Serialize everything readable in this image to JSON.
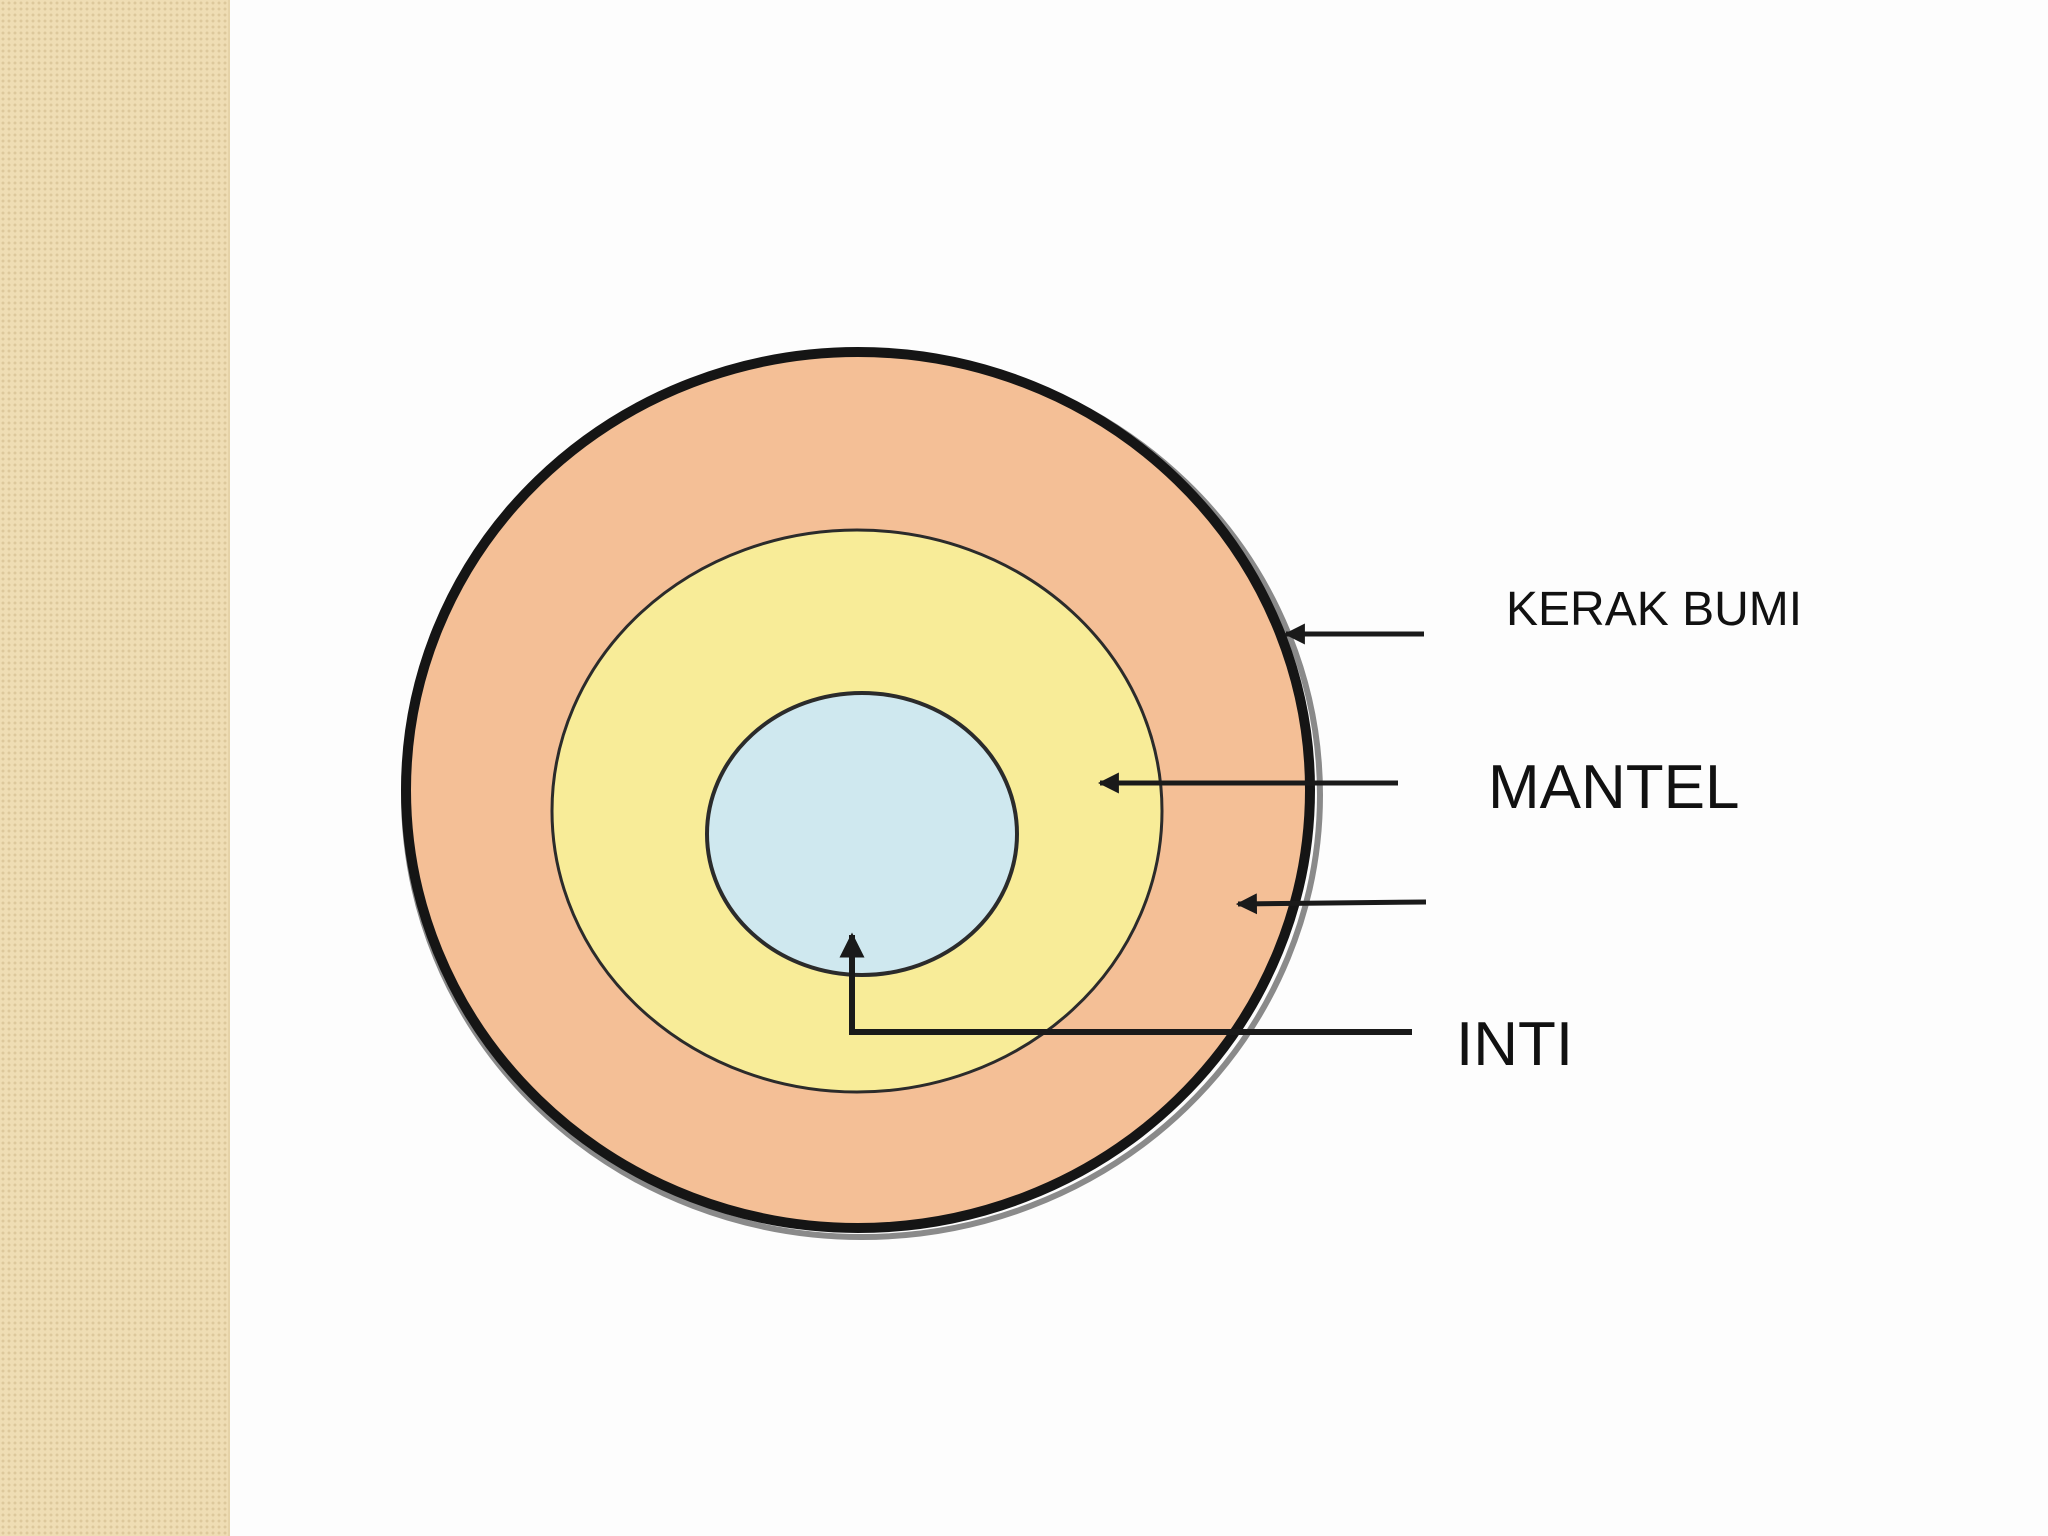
{
  "labels": {
    "crust": "KERAK BUMI",
    "mantle": "MANTEL",
    "core": "INTI"
  },
  "colors": {
    "background": "#FDFDFD",
    "side_strip": "#EFDDB4",
    "crust_outline": "#151515",
    "mantle_outer_fill": "#F4BF96",
    "mantle_inner_fill": "#F8EC98",
    "core_fill": "#CFE8EF",
    "arrow": "#1A1A1A"
  }
}
